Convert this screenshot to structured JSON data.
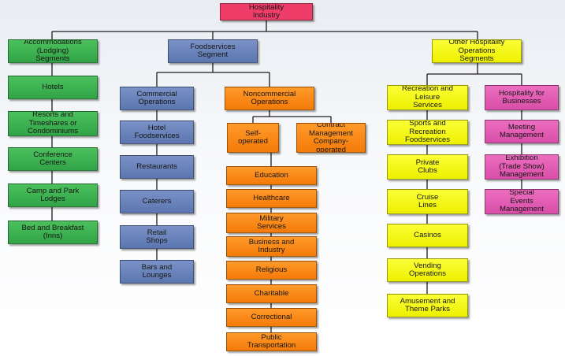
{
  "colors": {
    "root": "#ee3d69",
    "green": "#3cb650",
    "blue": "#6882bb",
    "orange": "#f7860f",
    "yellow": "#f3f51b",
    "pink": "#e35db4",
    "connector": "#1c1c1c"
  },
  "nodes": {
    "root": "Hospitality\nIndustry",
    "accommodations": "Accommodations\n(Lodging)\nSegments",
    "hotels": "Hotels",
    "resorts": "Resorts and\nTimeshares or\nCondominiums",
    "conference": "Conference\nCenters",
    "camp": "Camp and Park\nLodges",
    "bnb": "Bed and Breakfast\n(Inns)",
    "foodservices": "Foodservices\nSegment",
    "commercial": "Commercial\nOperations",
    "hotel_food": "Hotel\nFoodservices",
    "restaurants": "Restaurants",
    "caterers": "Caterers",
    "retail": "Retail\nShops",
    "bars": "Bars and\nLounges",
    "noncommercial": "Noncommercial\nOperations",
    "self_operated": "Self-\noperated",
    "contract": "Contract\nManagement\nCompany-\noperated",
    "education": "Education",
    "healthcare": "Healthcare",
    "military": "Military\nServices",
    "business": "Business and\nIndustry",
    "religious": "Religious",
    "charitable": "Charitable",
    "correctional": "Correctional",
    "public": "Public\nTransportation",
    "other": "Other Hospitality\nOperations\nSegments",
    "recreation": "Recreation and\nLeisure\nServices",
    "sports": "Sports and\nRecreation\nFoodservices",
    "private": "Private\nClubs",
    "cruise": "Cruise\nLines",
    "casinos": "Casinos",
    "vending": "Vending\nOperations",
    "amusement": "Amusement and\nTheme Parks",
    "business_hosp": "Hospitality for\nBusinesses",
    "meeting": "Meeting\nManagement",
    "exhibition": "Exhibition\n(Trade Show)\nManagement",
    "special": "Special\nEvents\nManagement"
  }
}
